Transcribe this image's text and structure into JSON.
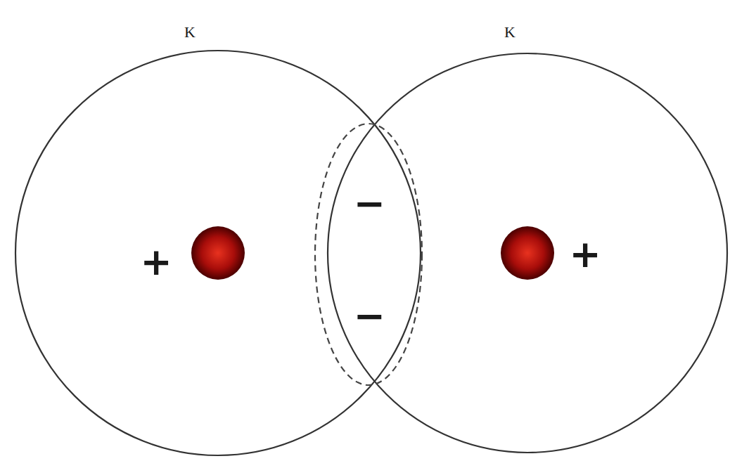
{
  "diagram": {
    "nodes": [
      {
        "text": [
          "K",
          "+"
        ]
      },
      {
        "text": [
          "K",
          "+"
        ]
      },
      {
        "text": [
          "−",
          "−"
        ]
      }
    ]
  }
}
